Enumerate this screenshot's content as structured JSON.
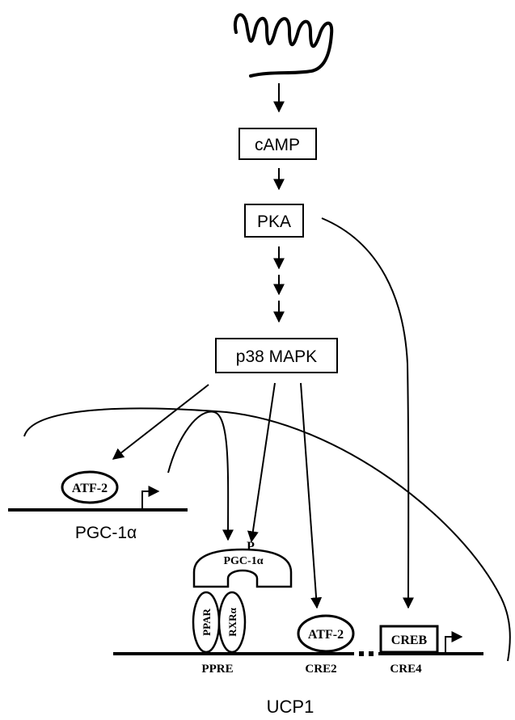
{
  "nodes": {
    "camp": "cAMP",
    "pka": "PKA",
    "p38": "p38 MAPK"
  },
  "pgc_gene": {
    "factor": "ATF-2",
    "gene_label": "PGC-1α"
  },
  "complex": {
    "phospho": "P",
    "coactivator": "PGC-1α",
    "receptor1": "PPAR",
    "receptor2": "RXRα",
    "factor": "ATF-2",
    "creb": "CREB"
  },
  "promoter_elements": {
    "ppre": "PPRE",
    "cre2": "CRE2",
    "cre4": "CRE4"
  },
  "gene_name": "UCP1"
}
